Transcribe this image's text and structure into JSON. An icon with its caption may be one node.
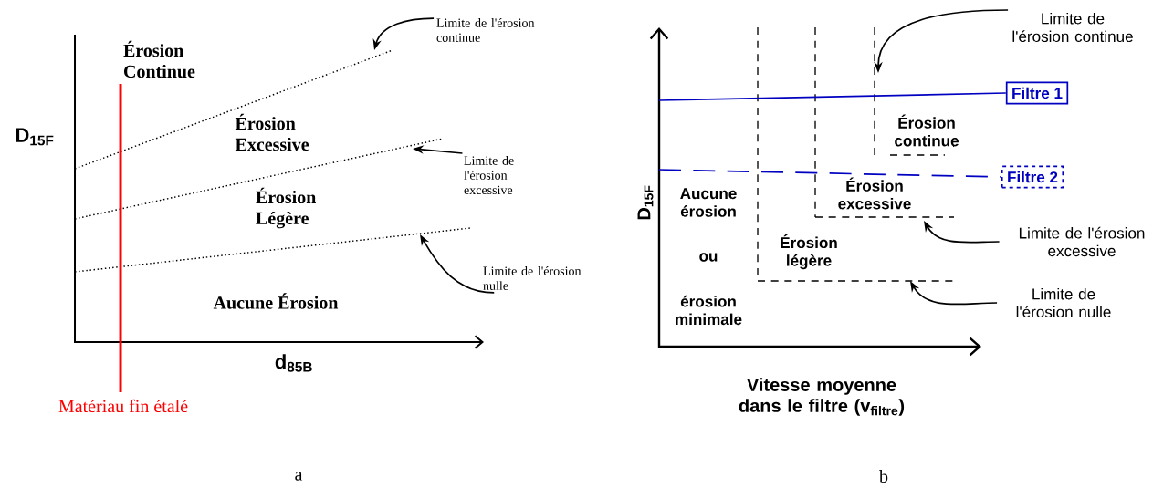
{
  "diagram": {
    "nodes": [
      {
        "text": [
          "Limite de l'érosion continue"
        ]
      },
      {
        "text": [
          "Limite de l'érosion excessive"
        ]
      },
      {
        "text": [
          "Limite de l'érosion nulle"
        ]
      },
      {
        "text": [
          "Limite de l'érosion continue"
        ]
      },
      {
        "text": [
          "Filtre 1"
        ]
      },
      {
        "text": [
          "Filtre 2"
        ]
      },
      {
        "text": [
          "Limite de l'érosion excessive"
        ]
      },
      {
        "text": [
          "Limite de l'érosion nulle"
        ]
      }
    ],
    "edges": [
      {
        "from": 0,
        "to": null,
        "arrow": "to"
      },
      {
        "from": 1,
        "to": null,
        "arrow": "to"
      },
      {
        "from": 2,
        "to": null,
        "arrow": "to"
      },
      {
        "from": 3,
        "to": null,
        "arrow": "to"
      },
      {
        "from": null,
        "to": 4,
        "arrow": "none",
        "color": "#0000c0"
      },
      {
        "from": null,
        "to": 5,
        "arrow": "none",
        "style": "dashed",
        "color": "#0000c0"
      },
      {
        "from": 6,
        "to": null,
        "arrow": "to"
      },
      {
        "from": 7,
        "to": null,
        "arrow": "to"
      }
    ],
    "labels": [
      "Érosion Continue",
      "Érosion Excessive",
      "Érosion Légère",
      "Aucune Érosion",
      "D$_{15F}$",
      "d$_{85B}$",
      "Matériau fin étalé",
      "Érosion continue",
      "Érosion excessive",
      "Aucune érosion",
      "ou",
      "érosion minimale",
      "Érosion légère",
      "D$_{15F}$",
      "Vitesse moyenne dans le filtre (v$_{filtre}$)",
      "a",
      "b"
    ]
  }
}
